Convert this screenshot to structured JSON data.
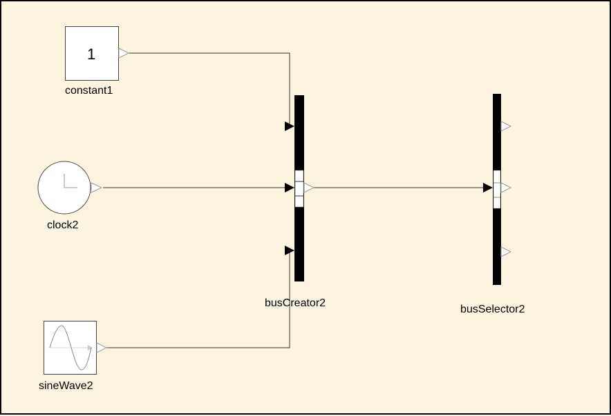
{
  "diagram": {
    "background": "#fdf3e1",
    "blocks": {
      "constant": {
        "name": "constant1",
        "value": "1"
      },
      "clock": {
        "name": "clock2"
      },
      "sine": {
        "name": "sineWave2"
      },
      "bus_creator": {
        "name": "busCreator2",
        "inputs": 3,
        "outputs": 1
      },
      "bus_selector": {
        "name": "busSelector2",
        "inputs": 1,
        "outputs": 3
      }
    },
    "connections": [
      {
        "from": "constant1",
        "to": "busCreator2",
        "port": 1
      },
      {
        "from": "clock2",
        "to": "busCreator2",
        "port": 2
      },
      {
        "from": "sineWave2",
        "to": "busCreator2",
        "port": 3
      },
      {
        "from": "busCreator2",
        "to": "busSelector2",
        "port": 1
      }
    ]
  }
}
